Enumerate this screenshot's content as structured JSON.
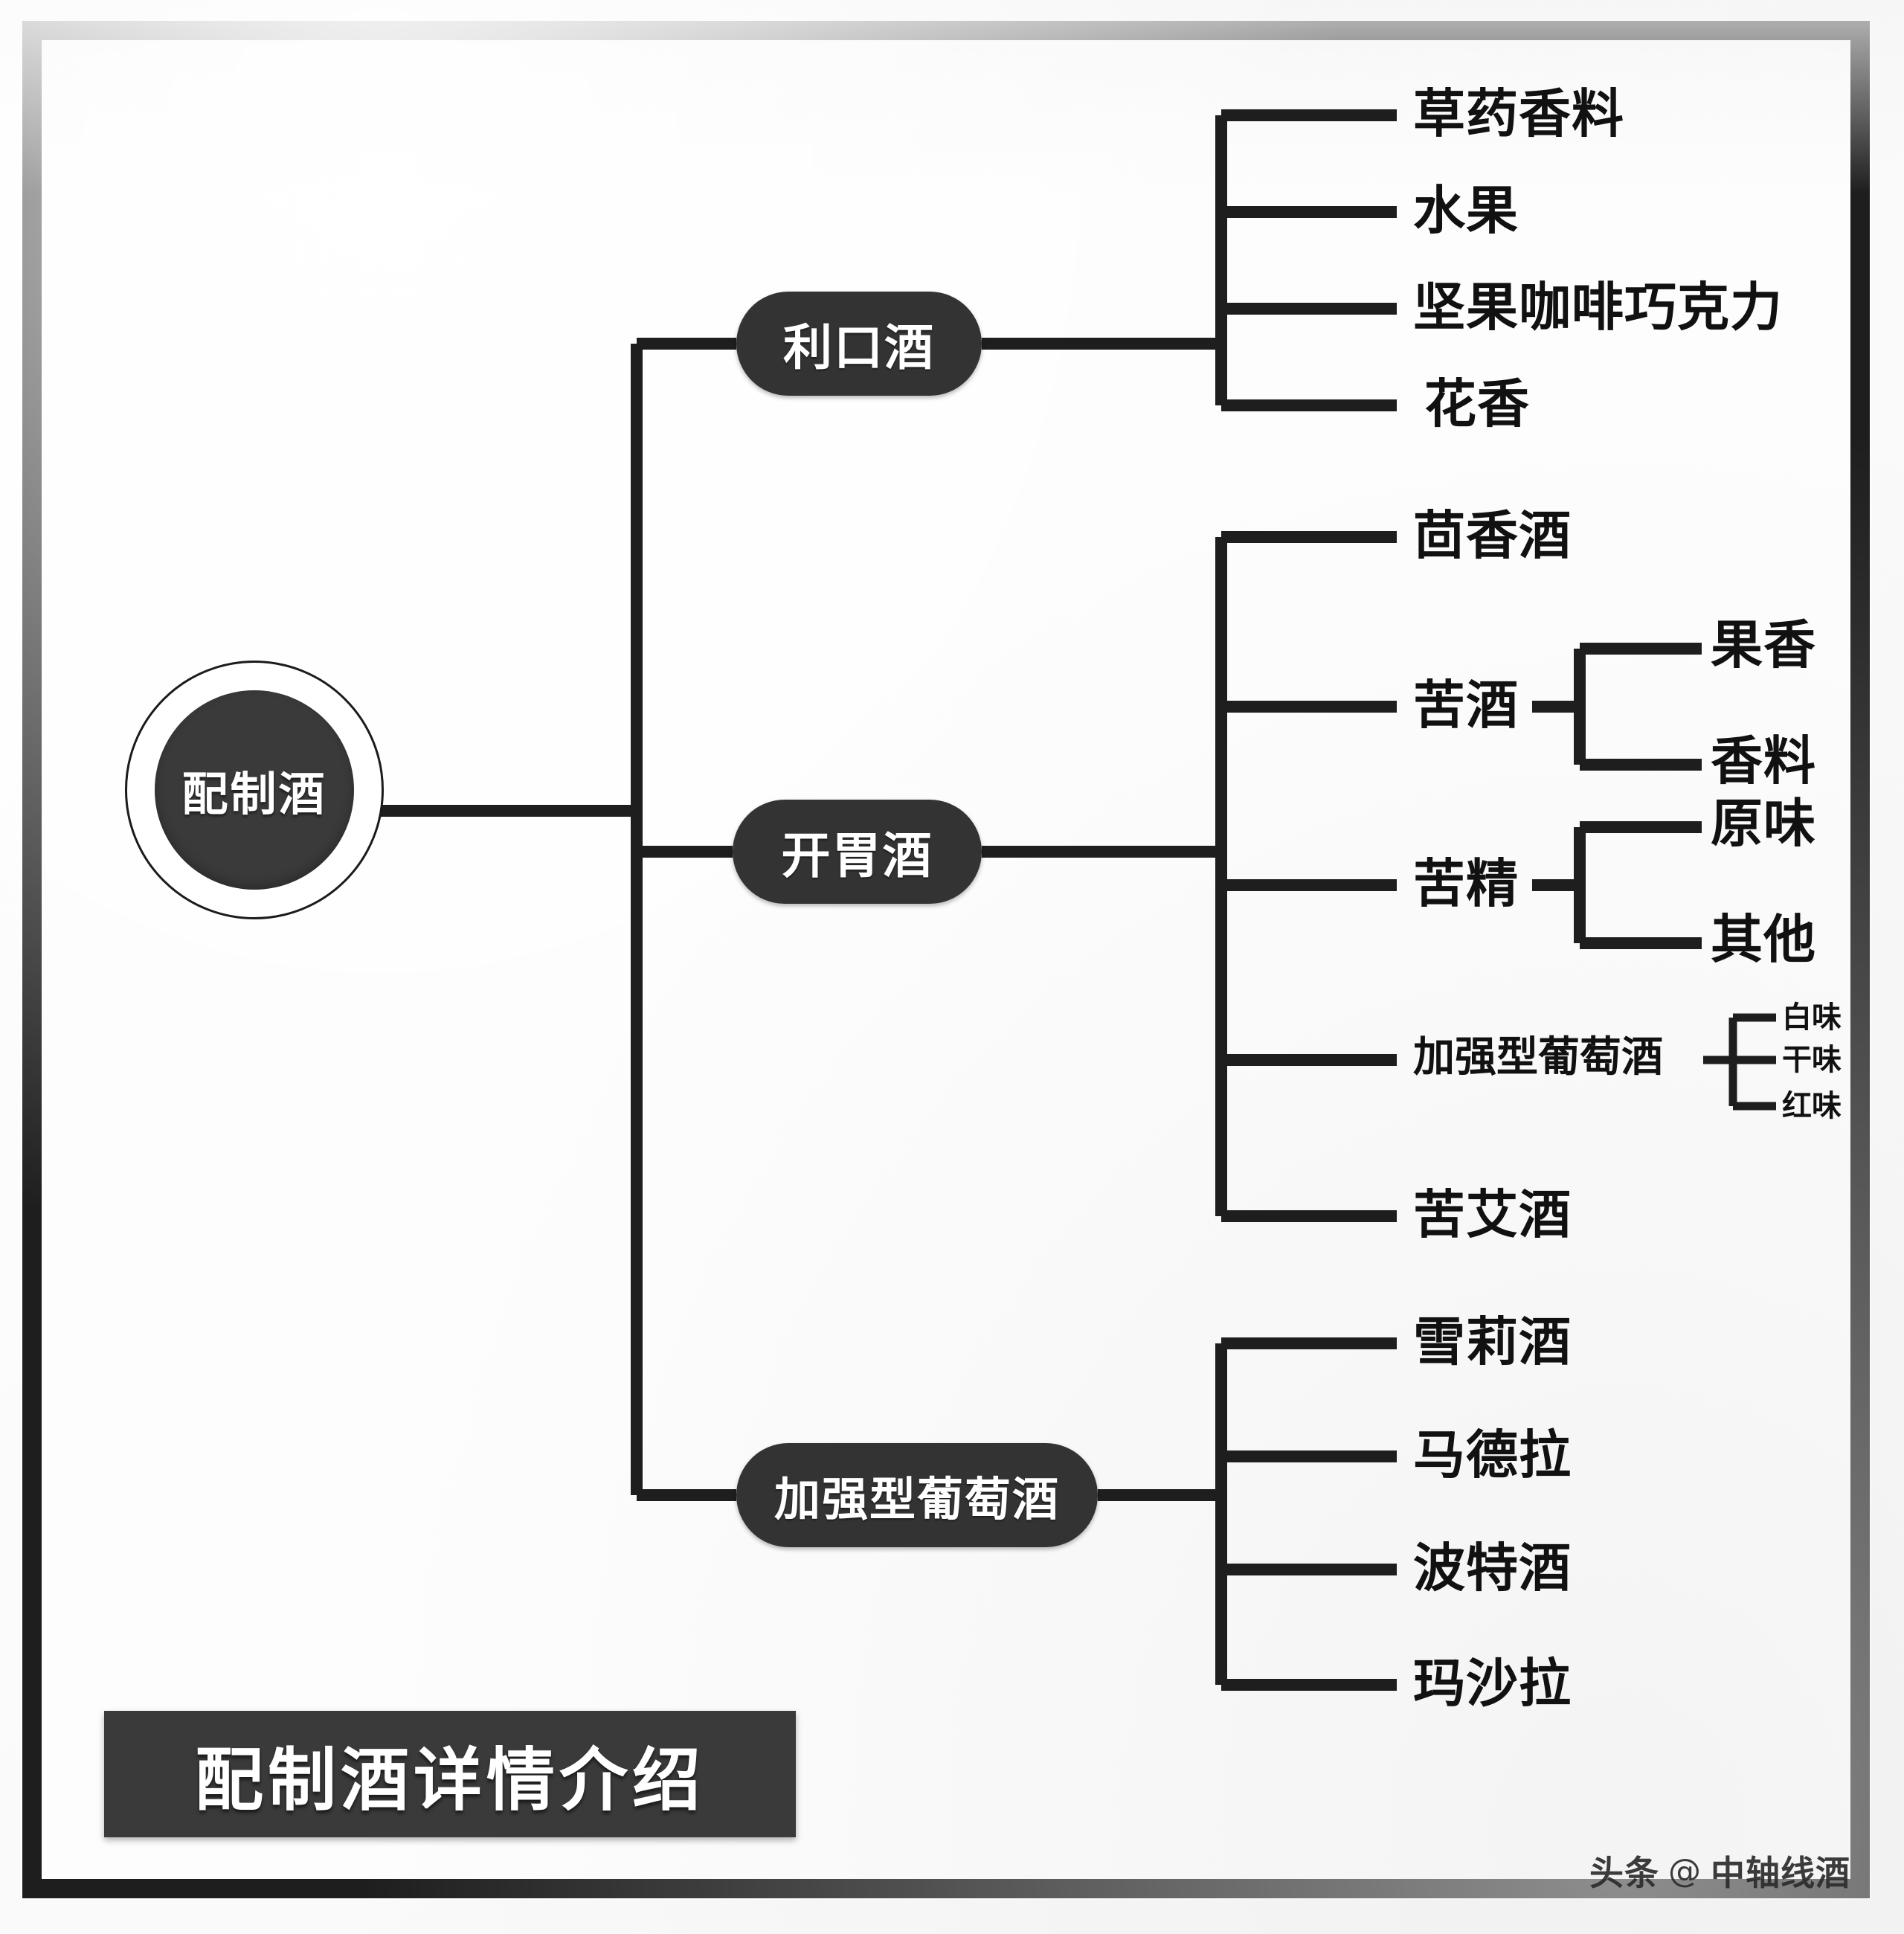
{
  "meta": {
    "caption": "配制酒详情介绍",
    "watermark_platform": "头条",
    "watermark_at": "@",
    "watermark_account": "中轴线酒"
  },
  "colors": {
    "node_fill": "#333333",
    "node_text": "#ffffff",
    "connector": "#1e1e1e",
    "frame": "#1e1e1e",
    "leaf_text": "#111111",
    "page_bg": "#fdfdfd"
  },
  "chart_data": {
    "type": "tree",
    "title": "配制酒详情介绍",
    "root": "配制酒",
    "levels": 4,
    "orientation": "left-to-right",
    "branches": [
      {
        "name": "利口酒",
        "children": [
          {
            "name": "草药香料"
          },
          {
            "name": "水果"
          },
          {
            "name": "坚果咖啡巧克力"
          },
          {
            "name": "花香"
          }
        ]
      },
      {
        "name": "开胃酒",
        "children": [
          {
            "name": "茴香酒"
          },
          {
            "name": "苦酒",
            "children": [
              {
                "name": "果香"
              },
              {
                "name": "香料"
              }
            ]
          },
          {
            "name": "苦精",
            "children": [
              {
                "name": "原味"
              },
              {
                "name": "其他"
              }
            ]
          },
          {
            "name": "加强型葡萄酒",
            "children": [
              {
                "name": "白味"
              },
              {
                "name": "干味"
              },
              {
                "name": "红味"
              }
            ]
          },
          {
            "name": "苦艾酒"
          }
        ]
      },
      {
        "name": "加强型葡萄酒",
        "children": [
          {
            "name": "雪莉酒"
          },
          {
            "name": "马德拉"
          },
          {
            "name": "波特酒"
          },
          {
            "name": "玛沙拉"
          }
        ]
      }
    ]
  },
  "tree": {
    "root": {
      "label": "配制酒"
    },
    "branch1": {
      "label": "利口酒",
      "leaves": [
        "草药香料",
        "水果",
        "坚果咖啡巧克力",
        "花香"
      ]
    },
    "branch2": {
      "label": "开胃酒",
      "leaves": [
        "茴香酒",
        "苦酒",
        "苦精",
        "加强型葡萄酒",
        "苦艾酒"
      ],
      "sub_bitter": [
        "果香",
        "香料"
      ],
      "sub_bitters": [
        "原味",
        "其他"
      ],
      "sub_fortified": [
        "白味",
        "干味",
        "红味"
      ]
    },
    "branch3": {
      "label": "加强型葡萄酒",
      "leaves": [
        "雪莉酒",
        "马德拉",
        "波特酒",
        "玛沙拉"
      ]
    }
  }
}
